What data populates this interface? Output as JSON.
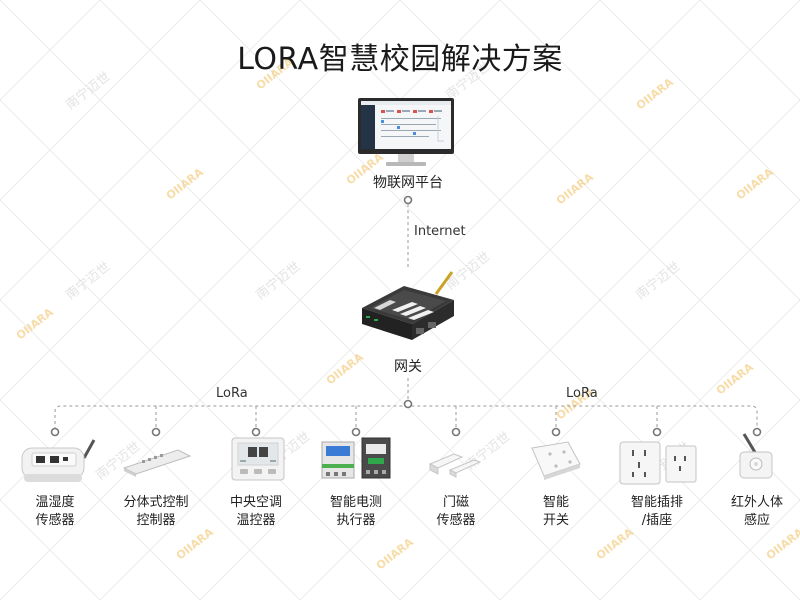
{
  "title": "LORA智慧校园解决方案",
  "platform": {
    "label": "物联网平台",
    "icon": "monitor-icon"
  },
  "internet_label": "Internet",
  "gateway": {
    "label": "网关",
    "icon": "router-icon"
  },
  "lora_left": "LoRa",
  "lora_right": "LoRa",
  "devices": [
    {
      "line1": "温湿度",
      "line2": "传感器",
      "icon": "temperature-humidity-sensor-icon"
    },
    {
      "line1": "分体式控制",
      "line2": "控制器",
      "icon": "split-controller-icon"
    },
    {
      "line1": "中央空调",
      "line2": "温控器",
      "icon": "thermostat-icon"
    },
    {
      "line1": "智能电测",
      "line2": "执行器",
      "icon": "power-meter-icon"
    },
    {
      "line1": "门磁",
      "line2": "传感器",
      "icon": "door-magnet-sensor-icon"
    },
    {
      "line1": "智能",
      "line2": "开关",
      "icon": "smart-switch-icon"
    },
    {
      "line1": "智能插排",
      "line2": "/插座",
      "icon": "smart-socket-icon"
    },
    {
      "line1": "红外人体",
      "line2": "感应",
      "icon": "pir-sensor-icon"
    }
  ],
  "watermark": {
    "text_cn": "南宁迈世",
    "text_en": "OIIARA",
    "color": "#f0c060"
  }
}
